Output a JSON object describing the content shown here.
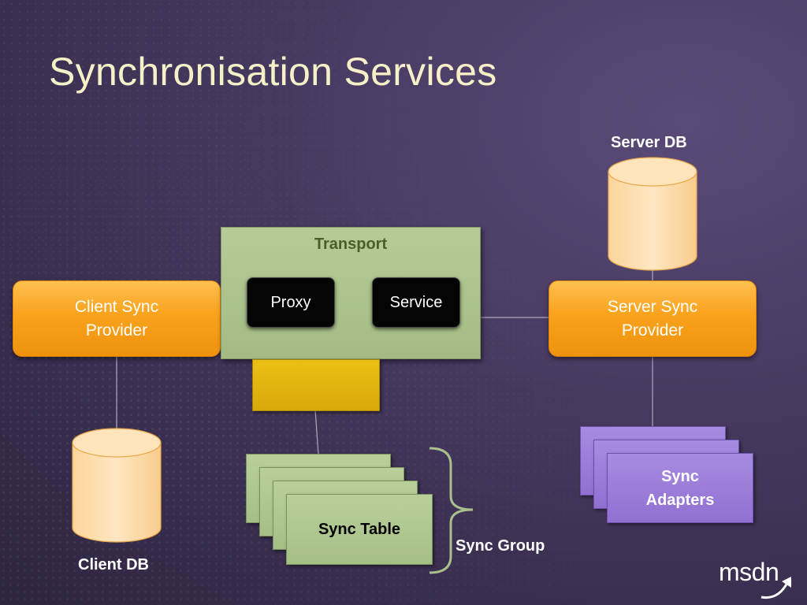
{
  "slide": {
    "title": "Synchronisation Services"
  },
  "diagram": {
    "server_db_label": "Server DB",
    "client_db_label": "Client DB",
    "client_sync_provider": [
      "Client Sync",
      "Provider"
    ],
    "server_sync_provider": [
      "Server Sync",
      "Provider"
    ],
    "transport_label": "Transport",
    "proxy_label": "Proxy",
    "service_label": "Service",
    "sync_table_label": "Sync Table",
    "sync_group_label": "Sync Group",
    "sync_adapters": [
      "Sync",
      "Adapters"
    ]
  },
  "colors": {
    "title": "#f5f0c8",
    "orange_provider": "#f9a21c",
    "database_fill": "#fed9a2",
    "transport_green": "#a9c08a",
    "black_box": "#050505",
    "gold_block": "#deaf0c",
    "purple_adapter": "#9a7ad6",
    "bracket": "#a7c08c"
  },
  "logo": {
    "text": "msdn"
  }
}
